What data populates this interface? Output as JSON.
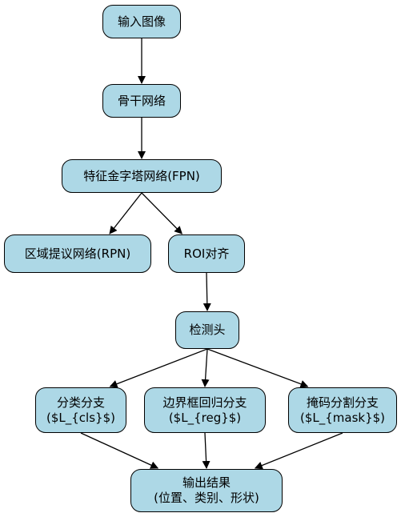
{
  "colors": {
    "node_fill": "#add8e6",
    "stroke": "#000000",
    "background": "#ffffff"
  },
  "nodes": {
    "input": {
      "label": "输入图像"
    },
    "backbone": {
      "label": "骨干网络"
    },
    "fpn": {
      "label": "特征金字塔网络(FPN)"
    },
    "rpn": {
      "label": "区域提议网络(RPN)"
    },
    "roi_align": {
      "label": "ROI对齐"
    },
    "det_head": {
      "label": "检测头"
    },
    "cls_branch": {
      "line1": "分类分支",
      "line2": "($L_{cls}$)"
    },
    "reg_branch": {
      "line1": "边界框回归分支",
      "line2": "($L_{reg}$)"
    },
    "mask_branch": {
      "line1": "掩码分割分支",
      "line2": "($L_{mask}$)"
    },
    "output": {
      "line1": "输出结果",
      "line2": "(位置、类别、形状)"
    }
  },
  "edges": [
    {
      "from": "input",
      "to": "backbone"
    },
    {
      "from": "backbone",
      "to": "fpn"
    },
    {
      "from": "fpn",
      "to": "rpn"
    },
    {
      "from": "fpn",
      "to": "roi_align"
    },
    {
      "from": "roi_align",
      "to": "det_head"
    },
    {
      "from": "det_head",
      "to": "cls_branch"
    },
    {
      "from": "det_head",
      "to": "reg_branch"
    },
    {
      "from": "det_head",
      "to": "mask_branch"
    },
    {
      "from": "cls_branch",
      "to": "output"
    },
    {
      "from": "reg_branch",
      "to": "output"
    },
    {
      "from": "mask_branch",
      "to": "output"
    }
  ]
}
